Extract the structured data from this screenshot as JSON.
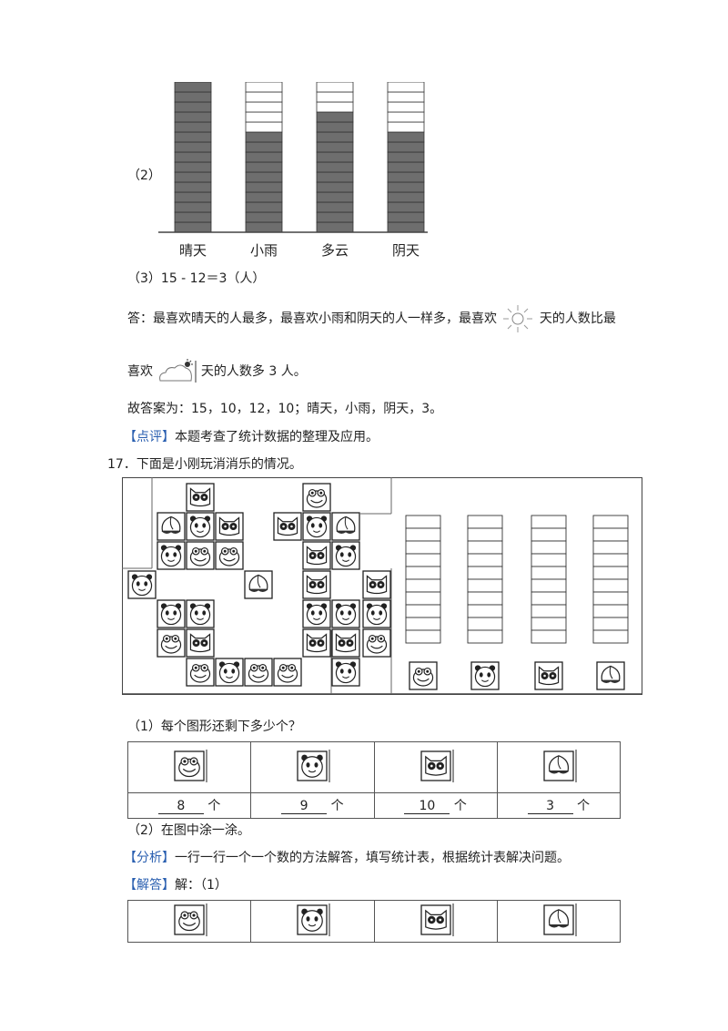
{
  "part2": {
    "label": "（2）",
    "chart_data": {
      "type": "bar",
      "categories": [
        "晴天",
        "小雨",
        "多云",
        "阴天"
      ],
      "values": [
        15,
        10,
        12,
        10
      ],
      "ylim": [
        0,
        15
      ],
      "grid": false,
      "legend": "none"
    }
  },
  "part3": {
    "equation": "（3）15 - 12＝3（人）"
  },
  "answer": {
    "line1_a": "答：最喜欢晴天的人最多，最喜欢小雨和阴天的人一样多，最喜欢",
    "line1_b": "天的人数比最",
    "line2_a": "喜欢",
    "line2_b": "天的人数多 3 人。",
    "final": "故答案为：15，10，12，10；晴天，小雨，阴天，3。",
    "comment_tag": "【点评】",
    "comment_text": "本题考查了统计数据的整理及应用。"
  },
  "q17": {
    "title": "17．下面是小刚玩消消乐的情况。",
    "sub1": "（1）每个图形还剩下多少个？",
    "counts": [
      {
        "value": "8",
        "unit": "个"
      },
      {
        "value": "9",
        "unit": "个"
      },
      {
        "value": "10",
        "unit": "个"
      },
      {
        "value": "3",
        "unit": "个"
      }
    ],
    "sub2": "（2）在图中涂一涂。",
    "analysis_tag": "【分析】",
    "analysis_text": "一行一行一个一个数的方法解答，填写统计表，根据统计表解决问题。",
    "solution_tag": "【解答】",
    "solution_text": "解：（1）"
  },
  "icons": [
    "frog-icon",
    "panda-icon",
    "owl-icon",
    "peach-icon"
  ],
  "colors": {
    "bar_fill": "#6e6e6e",
    "accent_blue": "#2a5fb0"
  }
}
